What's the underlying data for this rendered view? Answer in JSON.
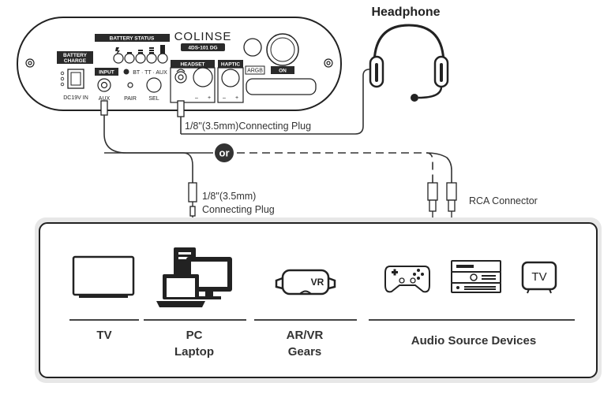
{
  "device": {
    "brand": "COLINSE",
    "model": "4DS-101 DG",
    "battery_charge_label": [
      "BATTERY",
      "CHARGE"
    ],
    "battery_status_label": "BATTERY STATUS",
    "input_label": "INPUT",
    "input_modes": "BT · TT · AUX",
    "headset_label": "HEADSET",
    "haptic_label": "HAPTIC",
    "argb_label": "ARGB",
    "on_label": "ON",
    "dc_label": "DC19V IN",
    "aux_label": "AUX",
    "pair_label": "PAIR",
    "sel_label": "SEL",
    "minus": "–",
    "plus": "+"
  },
  "headphone_label": "Headphone",
  "connector_notes": {
    "headphone_plug": "1/8\"(3.5mm)Connecting Plug",
    "aux_plug_line1": "1/8\"(3.5mm)",
    "aux_plug_line2": "Connecting Plug",
    "rca": "RCA Connector",
    "or": "or"
  },
  "devices": [
    {
      "icon": "tv-icon",
      "label_lines": [
        "TV"
      ]
    },
    {
      "icon": "pc-laptop-icon",
      "label_lines": [
        "PC",
        "Laptop"
      ]
    },
    {
      "icon": "vr-headset-icon",
      "label_lines": [
        "AR/VR",
        "Gears"
      ]
    },
    {
      "icon": "audio-source-icons",
      "label_lines": [
        "Audio Source Devices"
      ]
    }
  ],
  "icon_texts": {
    "vr": "VR",
    "tv_box": "TV"
  }
}
